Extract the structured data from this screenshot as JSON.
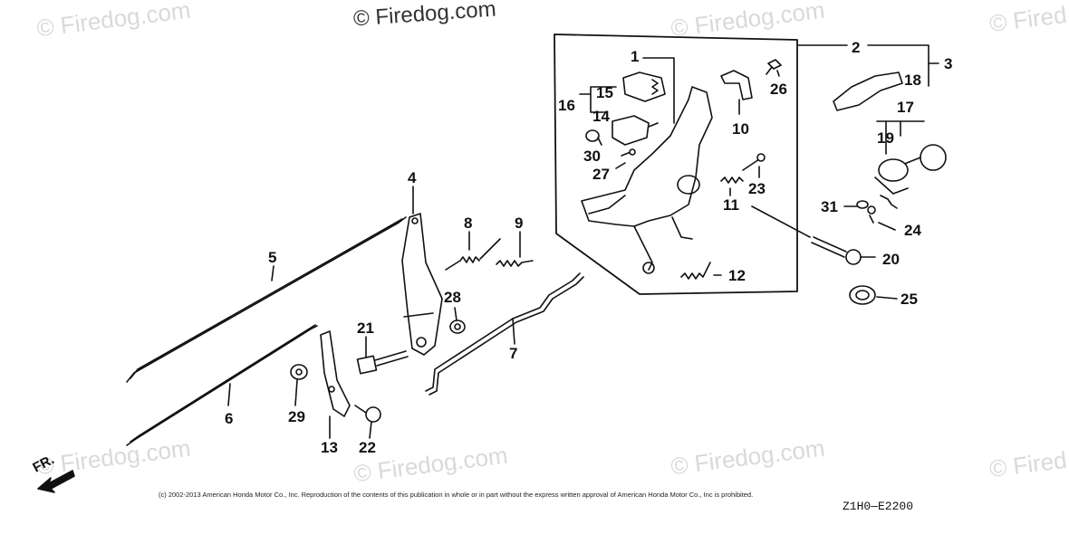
{
  "watermark": "© Firedog.com",
  "watermark_short": "© Fired",
  "labels": {
    "p1": "1",
    "p2": "2",
    "p3": "3",
    "p4": "4",
    "p5": "5",
    "p6": "6",
    "p7": "7",
    "p8": "8",
    "p9": "9",
    "p10": "10",
    "p11": "11",
    "p12": "12",
    "p13": "13",
    "p14": "14",
    "p15": "15",
    "p16": "16",
    "p17": "17",
    "p18": "18",
    "p19": "19",
    "p20": "20",
    "p21": "21",
    "p22": "22",
    "p23": "23",
    "p24": "24",
    "p25": "25",
    "p26": "26",
    "p27": "27",
    "p28": "28",
    "p29": "29",
    "p30": "30",
    "p31": "31"
  },
  "front_marker": "FR.",
  "copyright": "(c) 2002-2013 American Honda Motor Co., Inc. Reproduction of the contents of this publication in whole or in part without the express written approval of American Honda Motor Co., Inc is prohibited.",
  "diagram_code": "Z1H0—E2200"
}
